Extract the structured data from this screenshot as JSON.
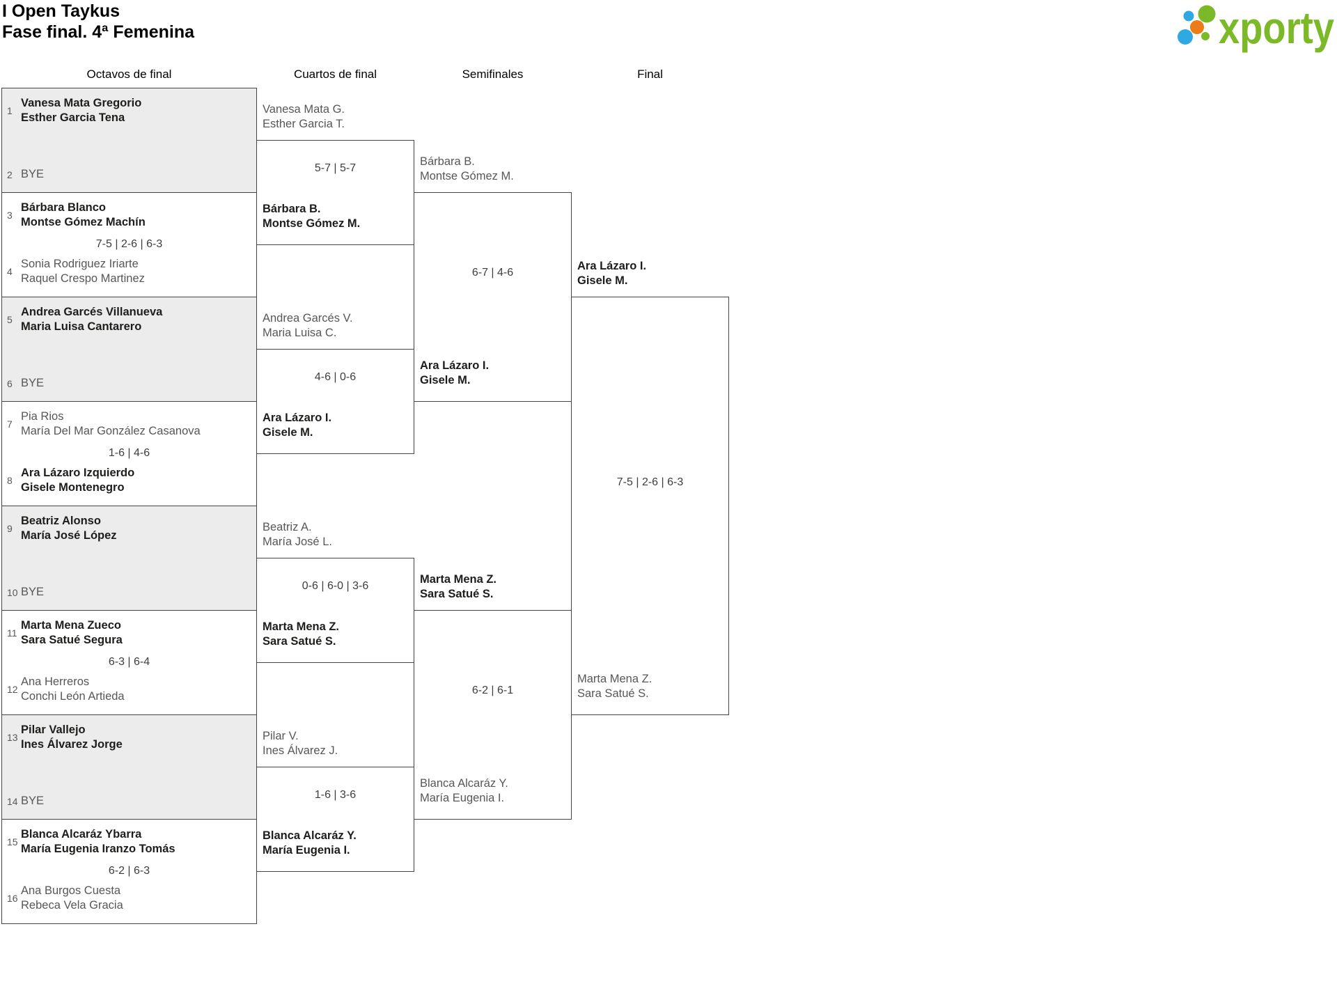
{
  "header": {
    "title": [
      "I Open Taykus",
      "Fase final. 4ª Femenina"
    ]
  },
  "logo": {
    "brand": "xporty"
  },
  "colors": {
    "green": "#7cb928",
    "blue": "#2fa9e1",
    "orange": "#ed7b17",
    "gray_bg": "#ececec",
    "line": "#444444"
  },
  "columns": [
    "Octavos de final",
    "Cuartos de final",
    "Semifinales",
    "Final"
  ],
  "r16": [
    {
      "seed_top": "1",
      "top": [
        "Vanesa Mata Gregorio",
        "Esther Garcia Tena"
      ],
      "top_bold": true,
      "score": "",
      "seed_bottom": "2",
      "bottom": [
        "BYE"
      ],
      "bottom_bold": false
    },
    {
      "seed_top": "3",
      "top": [
        "Bárbara Blanco",
        "Montse Gómez Machín"
      ],
      "top_bold": true,
      "score": "7-5 | 2-6 | 6-3",
      "seed_bottom": "4",
      "bottom": [
        "Sonia Rodriguez Iriarte",
        "Raquel Crespo Martinez"
      ],
      "bottom_bold": false
    },
    {
      "seed_top": "5",
      "top": [
        "Andrea Garcés Villanueva",
        "Maria Luisa Cantarero"
      ],
      "top_bold": true,
      "score": "",
      "seed_bottom": "6",
      "bottom": [
        "BYE"
      ],
      "bottom_bold": false
    },
    {
      "seed_top": "7",
      "top": [
        "Pia Rios",
        "María Del Mar González Casanova"
      ],
      "top_bold": false,
      "score": "1-6 | 4-6",
      "seed_bottom": "8",
      "bottom": [
        "Ara Lázaro Izquierdo",
        "Gisele Montenegro"
      ],
      "bottom_bold": true
    },
    {
      "seed_top": "9",
      "top": [
        "Beatriz Alonso",
        "María José López"
      ],
      "top_bold": true,
      "score": "",
      "seed_bottom": "10",
      "bottom": [
        "BYE"
      ],
      "bottom_bold": false
    },
    {
      "seed_top": "11",
      "top": [
        "Marta Mena Zueco",
        "Sara Satué Segura"
      ],
      "top_bold": true,
      "score": "6-3 | 6-4",
      "seed_bottom": "12",
      "bottom": [
        "Ana Herreros",
        "Conchi León Artieda"
      ],
      "bottom_bold": false
    },
    {
      "seed_top": "13",
      "top": [
        "Pilar Vallejo",
        "Ines Álvarez Jorge"
      ],
      "top_bold": true,
      "score": "",
      "seed_bottom": "14",
      "bottom": [
        "BYE"
      ],
      "bottom_bold": false
    },
    {
      "seed_top": "15",
      "top": [
        "Blanca Alcaráz Ybarra",
        "María Eugenia Iranzo Tomás"
      ],
      "top_bold": true,
      "score": "6-2 | 6-3",
      "seed_bottom": "16",
      "bottom": [
        "Ana Burgos Cuesta",
        "Rebeca Vela Gracia"
      ],
      "bottom_bold": false
    }
  ],
  "qf": [
    {
      "top": [
        "Vanesa Mata G.",
        "Esther Garcia T."
      ],
      "top_bold": false,
      "score": "5-7 | 5-7",
      "bottom": [
        "Bárbara B.",
        "Montse Gómez M."
      ],
      "bottom_bold": true
    },
    {
      "top": [
        "Andrea Garcés V.",
        "Maria Luisa C."
      ],
      "top_bold": false,
      "score": "4-6 | 0-6",
      "bottom": [
        "Ara Lázaro I.",
        "Gisele M."
      ],
      "bottom_bold": true
    },
    {
      "top": [
        "Beatriz A.",
        "María José L."
      ],
      "top_bold": false,
      "score": "0-6 | 6-0 | 3-6",
      "bottom": [
        "Marta Mena Z.",
        "Sara Satué S."
      ],
      "bottom_bold": true
    },
    {
      "top": [
        "Pilar V.",
        "Ines Álvarez J."
      ],
      "top_bold": false,
      "score": "1-6 | 3-6",
      "bottom": [
        "Blanca Alcaráz Y.",
        "María Eugenia I."
      ],
      "bottom_bold": true
    }
  ],
  "sf": [
    {
      "top": [
        "Bárbara B.",
        "Montse Gómez M."
      ],
      "top_bold": false,
      "score": "6-7 | 4-6",
      "bottom": [
        "Ara Lázaro I.",
        "Gisele M."
      ],
      "bottom_bold": true
    },
    {
      "top": [
        "Marta Mena Z.",
        "Sara Satué S."
      ],
      "top_bold": true,
      "score": "6-2 | 6-1",
      "bottom": [
        "Blanca Alcaráz Y.",
        "María Eugenia I."
      ],
      "bottom_bold": false
    }
  ],
  "final": {
    "top": [
      "Ara Lázaro I.",
      "Gisele M."
    ],
    "top_bold": true,
    "score": "7-5 | 2-6 | 6-3",
    "bottom": [
      "Marta Mena Z.",
      "Sara Satué S."
    ],
    "bottom_bold": false
  }
}
